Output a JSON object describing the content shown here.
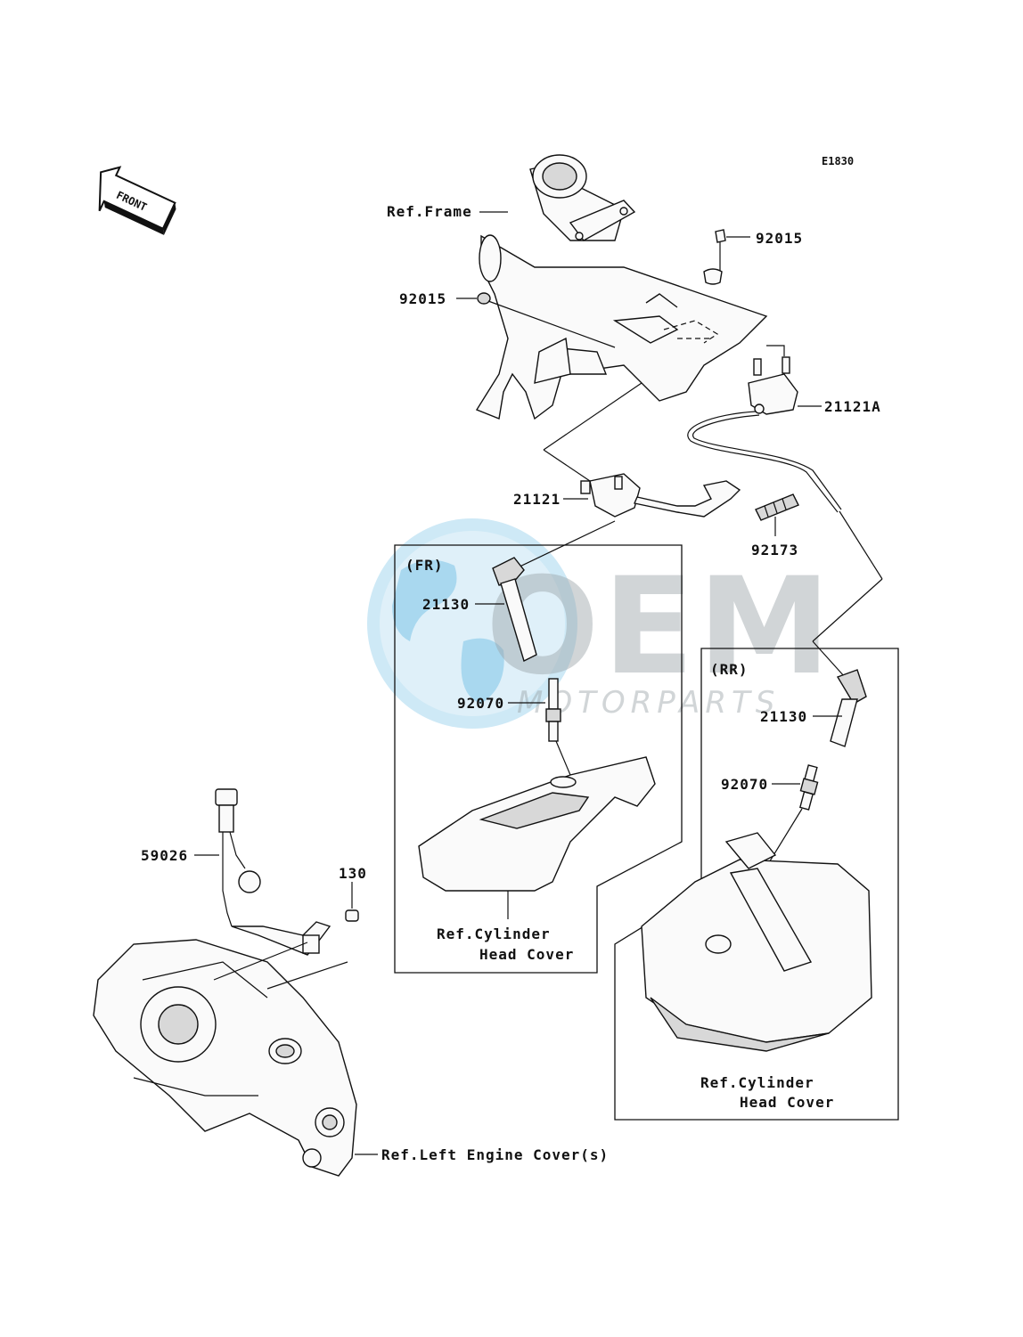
{
  "diagram_code": "E1830",
  "front_label": "FRONT",
  "labels": {
    "ref_frame": "Ref.Frame",
    "part_92015_top": "92015",
    "part_92015_left": "92015",
    "part_21121A": "21121A",
    "part_21121": "21121",
    "part_92173": "92173",
    "fr_tag": "(FR)",
    "part_21130_fr": "21130",
    "part_92070_fr": "92070",
    "ref_cyl_fr_1": "Ref.Cylinder",
    "ref_cyl_fr_2": "Head Cover",
    "rr_tag": "(RR)",
    "part_21130_rr": "21130",
    "part_92070_rr": "92070",
    "ref_cyl_rr_1": "Ref.Cylinder",
    "ref_cyl_rr_2": "Head Cover",
    "part_59026": "59026",
    "part_130": "130",
    "ref_left_engine": "Ref.Left Engine Cover(s)"
  },
  "watermark": {
    "logo": "OEM",
    "sub": "MOTORPARTS",
    "color": "#1e9bd7"
  }
}
